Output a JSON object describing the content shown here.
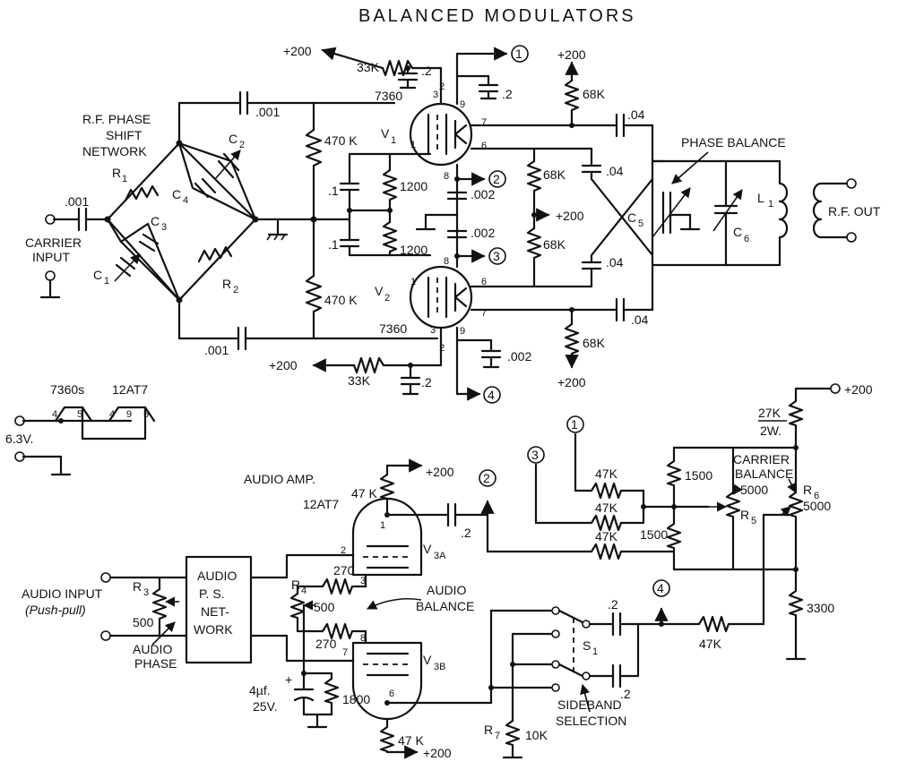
{
  "title": "BALANCED MODULATORS",
  "top": {
    "rf_phase": [
      "R.F. PHASE",
      "SHIFT",
      "NETWORK"
    ],
    "c_001a": ".001",
    "c_001b": ".001",
    "c_001c": ".001",
    "carrier": [
      "CARRIER",
      "INPUT"
    ],
    "R1": "R",
    "R1s": "1",
    "R2": "R",
    "R2s": "2",
    "C1": "C",
    "C1s": "1",
    "C2": "C",
    "C2s": "2",
    "C3": "C",
    "C3s": "3",
    "C4": "C",
    "C4s": "4",
    "p200a": "+200",
    "p200b": "+200",
    "p200c": "+200",
    "p200d": "+200",
    "p200e": "+200",
    "r33k_a": "33K",
    "r33k_b": "33K",
    "c2a": ".2",
    "c2b": ".2",
    "c2c": ".2",
    "r470k_a": "470 K",
    "r470k_b": "470 K",
    "c1a": ".1",
    "c1b": ".1",
    "r1200a": "1200",
    "r1200b": "1200",
    "tube_top": "7360",
    "tube_bot": "7360",
    "V1": "V",
    "V1s": "1",
    "V2": "V",
    "V2s": "2",
    "c002a": ".002",
    "c002b": ".002",
    "c002c": ".002",
    "r68k_a": "68K",
    "r68k_b": "68K",
    "r68k_c": "68K",
    "r68k_d": "68K",
    "c04a": ".04",
    "c04b": ".04",
    "c04c": ".04",
    "c04d": ".04",
    "phase_balance": "PHASE BALANCE",
    "C5": "C",
    "C5s": "5",
    "C6": "C",
    "C6s": "6",
    "L1": "L",
    "L1s": "1",
    "rf_out": "R.F. OUT",
    "pins": [
      "3",
      "2",
      "9",
      "7",
      "1",
      "6",
      "8",
      "8",
      "1",
      "6",
      "3",
      "2",
      "9",
      "7"
    ],
    "n1": "1",
    "n2": "2",
    "n3": "3",
    "n4": "4"
  },
  "heater": {
    "label1": "7360s",
    "label2": "12AT7",
    "voltage": "6.3V.",
    "pins": [
      "4",
      "5",
      "4",
      "9",
      "5"
    ]
  },
  "bottom": {
    "audio_amp": "AUDIO AMP.",
    "tube": "12AT7",
    "r47k_a": "47 K",
    "r47k_b": "47K",
    "r47k_c": "47K",
    "r47k_d": "47K",
    "r47k_e": "47K",
    "r47k_f": "47 K",
    "p200a": "+200",
    "p200b": "+200",
    "p200c": "+200",
    "c2a": ".2",
    "c2b": ".2",
    "c2c": ".2",
    "audio_input": "AUDIO INPUT",
    "push_pull": "(Push-pull)",
    "R3": "R",
    "R3s": "3",
    "r500a": "500",
    "audio_phase": [
      "AUDIO",
      "PHASE"
    ],
    "audio_ps": [
      "AUDIO",
      "P. S.",
      "NET-",
      "WORK"
    ],
    "R4": "R",
    "R4s": "4",
    "r500b": "500",
    "r270a": "270",
    "r270b": "270",
    "audio_balance": [
      "AUDIO",
      "BALANCE"
    ],
    "V3A": "V",
    "V3As": "3A",
    "V3B": "V",
    "V3Bs": "3B",
    "cap4": "4µf.",
    "cap25": "25V.",
    "plus": "+",
    "r1800": "1800",
    "r1500a": "1500",
    "r1500b": "1500",
    "carrier_balance": [
      "CARRIER",
      "BALANCE"
    ],
    "R5": "R",
    "R5s": "5",
    "r5000a": "5000",
    "R6": "R",
    "R6s": "6",
    "r5000b": "5000",
    "r27k": "27K",
    "r2w": "2W.",
    "r3300": "3300",
    "S1": "S",
    "S1s": "1",
    "sideband": [
      "SIDEBAND",
      "SELECTION"
    ],
    "R7": "R",
    "R7s": "7",
    "r10k": "10K",
    "pins": [
      "1",
      "2",
      "3",
      "8",
      "7",
      "6"
    ],
    "n1": "1",
    "n2": "2",
    "n3": "3",
    "n4": "4"
  }
}
